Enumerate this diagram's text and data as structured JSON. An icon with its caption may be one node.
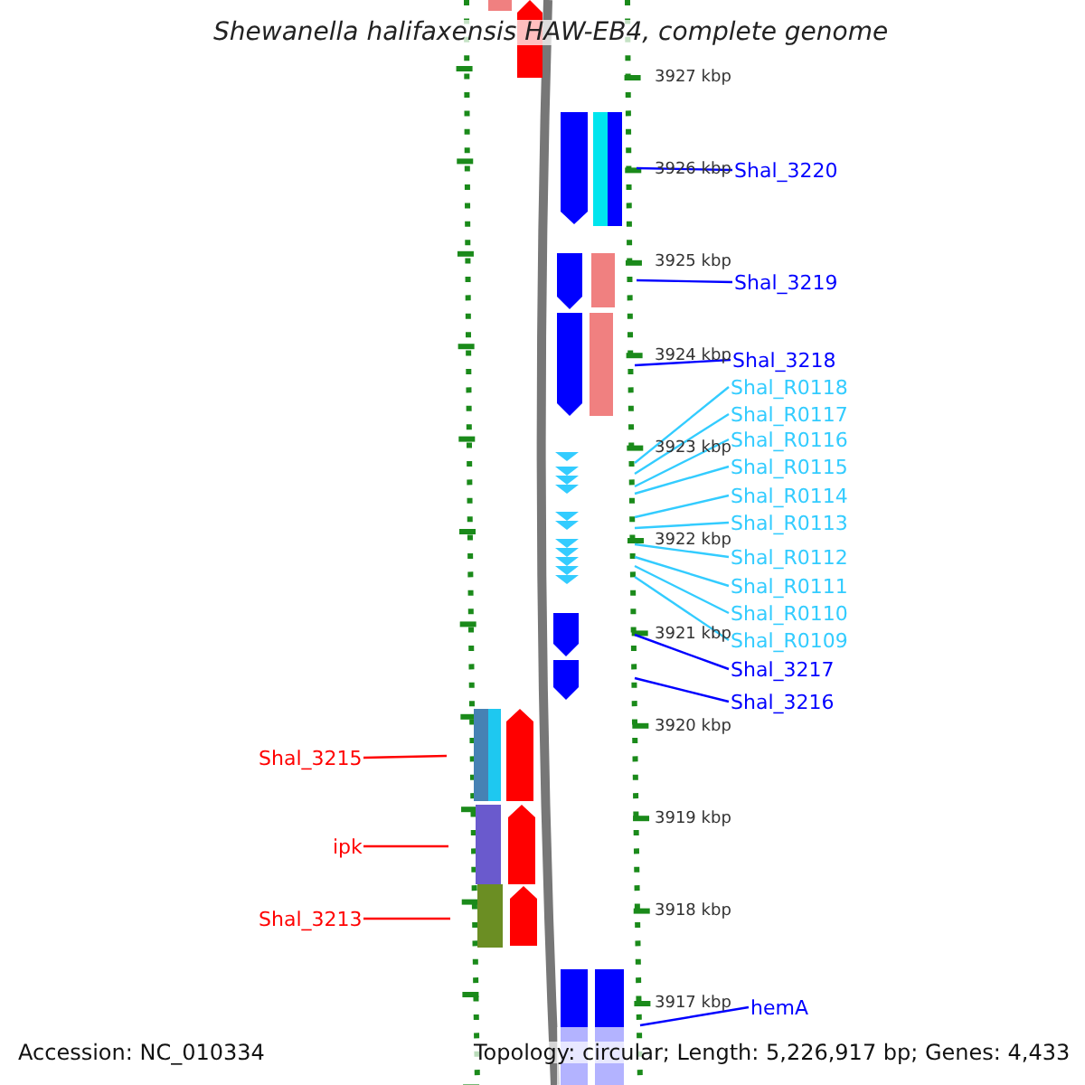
{
  "diagram": {
    "title": "Shewanella halifaxensis HAW-EB4, complete genome",
    "nodes": [
      {
        "text": [
          "Shal_3220"
        ]
      },
      {
        "text": [
          "Shal_3219"
        ]
      },
      {
        "text": [
          "Shal_3218"
        ]
      },
      {
        "text": [
          "Shal_R0118"
        ]
      },
      {
        "text": [
          "Shal_R0117"
        ]
      },
      {
        "text": [
          "Shal_R0116"
        ]
      },
      {
        "text": [
          "Shal_R0115"
        ]
      },
      {
        "text": [
          "Shal_R0114"
        ]
      },
      {
        "text": [
          "Shal_R0113"
        ]
      },
      {
        "text": [
          "Shal_R0112"
        ]
      },
      {
        "text": [
          "Shal_R0111"
        ]
      },
      {
        "text": [
          "Shal_R0110"
        ]
      },
      {
        "text": [
          "Shal_R0109"
        ]
      },
      {
        "text": [
          "Shal_3217"
        ]
      },
      {
        "text": [
          "Shal_3216"
        ]
      },
      {
        "text": [
          "Shal_3215"
        ]
      },
      {
        "text": [
          "ipk"
        ]
      },
      {
        "text": [
          "Shal_3213"
        ]
      },
      {
        "text": [
          "hemA"
        ]
      }
    ],
    "edges": [
      {
        "from": 0,
        "to": null,
        "arrow": "none",
        "color": "#0000ff"
      },
      {
        "from": 1,
        "to": null,
        "arrow": "none",
        "color": "#0000ff"
      },
      {
        "from": 2,
        "to": null,
        "arrow": "none",
        "color": "#0000ff"
      },
      {
        "from": 3,
        "to": null,
        "arrow": "none"
      },
      {
        "from": 4,
        "to": null,
        "arrow": "none"
      },
      {
        "from": 5,
        "to": null,
        "arrow": "none"
      },
      {
        "from": 6,
        "to": null,
        "arrow": "none"
      },
      {
        "from": 7,
        "to": null,
        "arrow": "none"
      },
      {
        "from": 8,
        "to": null,
        "arrow": "none"
      },
      {
        "from": 9,
        "to": null,
        "arrow": "none"
      },
      {
        "from": 10,
        "to": null,
        "arrow": "none"
      },
      {
        "from": 11,
        "to": null,
        "arrow": "none"
      },
      {
        "from": 12,
        "to": null,
        "arrow": "none"
      },
      {
        "from": 13,
        "to": null,
        "arrow": "none",
        "color": "#0000ff"
      },
      {
        "from": 14,
        "to": null,
        "arrow": "none",
        "color": "#0000ff"
      },
      {
        "from": 15,
        "to": null,
        "arrow": "none",
        "color": "#ff0000"
      },
      {
        "from": 16,
        "to": null,
        "arrow": "none",
        "color": "#ff0000"
      },
      {
        "from": 17,
        "to": null,
        "arrow": "none",
        "color": "#ff0000"
      },
      {
        "from": 18,
        "to": null,
        "arrow": "none",
        "color": "#0000ff"
      }
    ],
    "labels": [
      "3927 kbp",
      "3926 kbp",
      "3925 kbp",
      "3924 kbp",
      "3923 kbp",
      "3922 kbp",
      "3921 kbp",
      "3920 kbp",
      "3919 kbp",
      "3918 kbp",
      "3917 kbp",
      "Accession: NC_010334",
      "Topology: circular; Length: 5,226,917 bp; Genes: 4,433"
    ]
  }
}
